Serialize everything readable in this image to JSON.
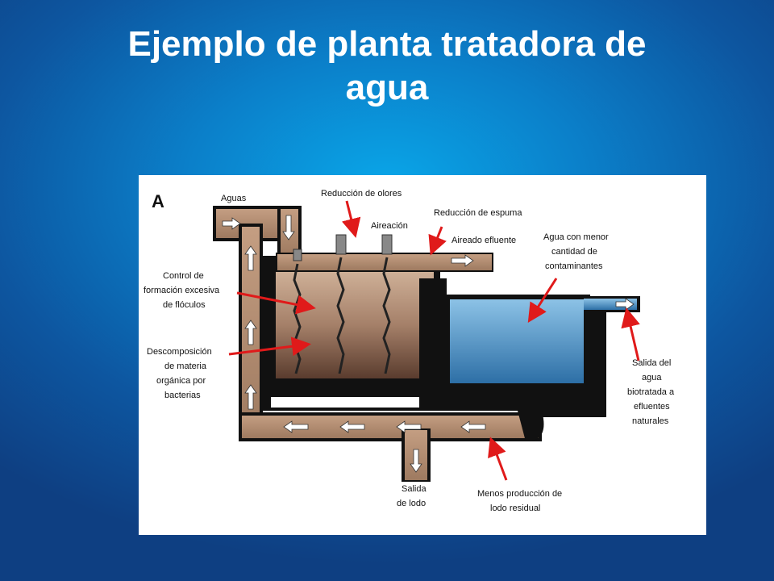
{
  "title": {
    "line1": "Ejemplo de planta tratadora de",
    "line2": "agua"
  },
  "diagram": {
    "panel_letter": "A",
    "labels": {
      "aguas": "Aguas",
      "reduccion_olores": "Reducción de olores",
      "aireacion": "Aireación",
      "reduccion_espuma": "Reducción de espuma",
      "aireado_efluente": "Aireado efluente",
      "agua_menor_1": "Agua con menor",
      "agua_menor_2": "cantidad de",
      "agua_menor_3": "contaminantes",
      "control_1": "Control de",
      "control_2": "formación excesiva",
      "control_3": "de flóculos",
      "descomp_1": "Descomposición",
      "descomp_2": "de materia",
      "descomp_3": "orgánica por",
      "descomp_4": "bacterias",
      "salida_agua_1": "Salida del",
      "salida_agua_2": "agua",
      "salida_agua_3": "biotratada a",
      "salida_agua_4": "efluentes",
      "salida_agua_5": "naturales",
      "salida_lodo_1": "Salida",
      "salida_lodo_2": "de lodo",
      "menos_lodo_1": "Menos producción de",
      "menos_lodo_2": "lodo residual"
    },
    "colors": {
      "pipe": "#b58d70",
      "wall": "#111111",
      "tank_top": "#d2b49a",
      "tank_bottom": "#5a3c2e",
      "water_top": "#8cc2e6",
      "water_bottom": "#2d6fa6",
      "arrow": "#e01a1a"
    }
  }
}
